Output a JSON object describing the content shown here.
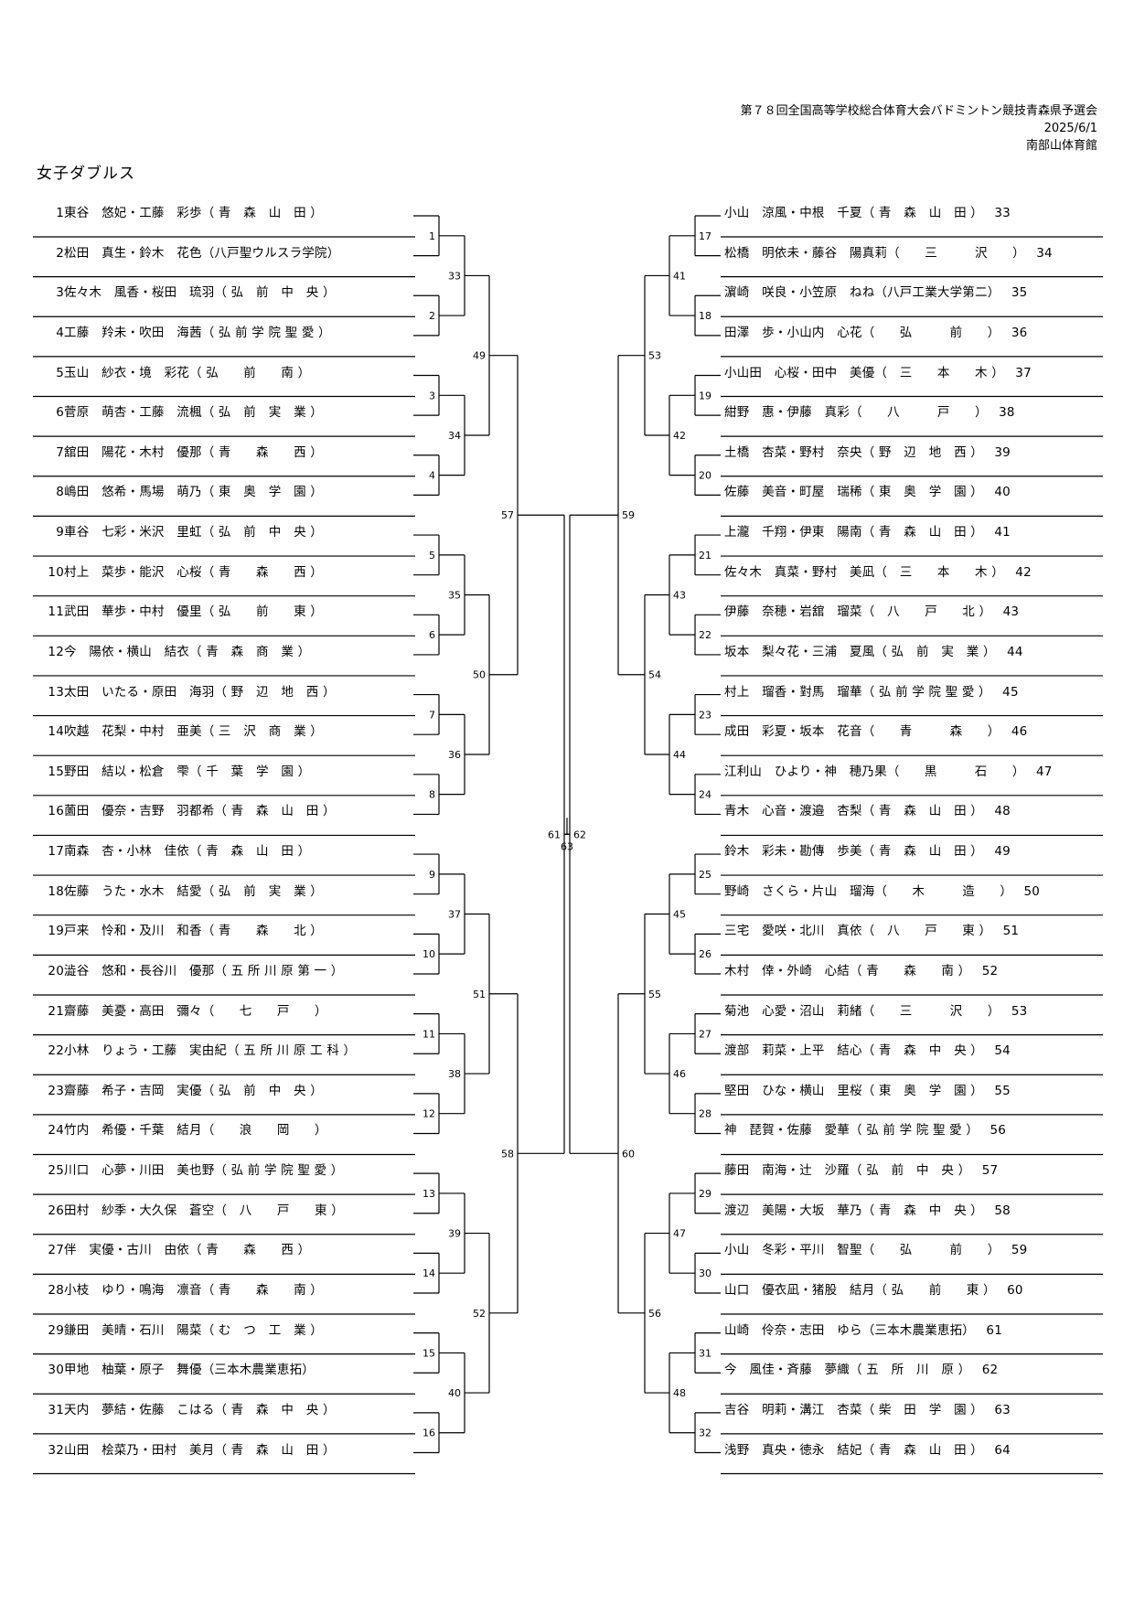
{
  "header": {
    "event": "第７８回全国高等学校総合体育大会バドミントン競技青森県予選会",
    "date": "2025/6/1",
    "venue": "南部山体育館"
  },
  "title": "女子ダブルス",
  "left_entries": [
    {
      "num": "1",
      "text": "東谷　悠妃・工藤　彩歩（ 青　森　山　田 ）"
    },
    {
      "num": "2",
      "text": "松田　真生・鈴木　花色（八戸聖ウルスラ学院）"
    },
    {
      "num": "3",
      "text": "佐々木　風香・桜田　琉羽（ 弘　前　中　央 ）"
    },
    {
      "num": "4",
      "text": "工藤　羚未・吹田　海茜（ 弘 前 学 院 聖 愛 ）"
    },
    {
      "num": "5",
      "text": "玉山　紗衣・境　彩花（ 弘　　前　　南 ）"
    },
    {
      "num": "6",
      "text": "菅原　萌杏・工藤　流楓（ 弘　前　実　業 ）"
    },
    {
      "num": "7",
      "text": "舘田　陽花・木村　優那（ 青　　森　　西 ）"
    },
    {
      "num": "8",
      "text": "嶋田　悠希・馬場　萌乃（ 東　奥　学　園 ）"
    },
    {
      "num": "9",
      "text": "車谷　七彩・米沢　里虹（ 弘　前　中　央 ）"
    },
    {
      "num": "10",
      "text": "村上　菜歩・能沢　心桜（ 青　　森　　西 ）"
    },
    {
      "num": "11",
      "text": "武田　華歩・中村　優里（ 弘　　前　　東 ）"
    },
    {
      "num": "12",
      "text": "今　陽依・横山　結衣（ 青　森　商　業 ）"
    },
    {
      "num": "13",
      "text": "太田　いたる・原田　海羽（ 野　辺　地　西 ）"
    },
    {
      "num": "14",
      "text": "吹越　花梨・中村　亜美（ 三　沢　商　業 ）"
    },
    {
      "num": "15",
      "text": "野田　結以・松倉　雫（ 千　葉　学　園 ）"
    },
    {
      "num": "16",
      "text": "薗田　優奈・吉野　羽都希（ 青　森　山　田 ）"
    },
    {
      "num": "17",
      "text": "南森　杏・小林　佳依（ 青　森　山　田 ）"
    },
    {
      "num": "18",
      "text": "佐藤　うた・水木　結愛（ 弘　前　実　業 ）"
    },
    {
      "num": "19",
      "text": "戸来　怜和・及川　和香（ 青　　森　　北 ）"
    },
    {
      "num": "20",
      "text": "澁谷　悠和・長谷川　優那（ 五 所 川 原 第 一 ）"
    },
    {
      "num": "21",
      "text": "齋藤　美憂・高田　彌々（　　七　　戸　　）"
    },
    {
      "num": "22",
      "text": "小林　りょう・工藤　実由紀（ 五 所 川 原 工 科 ）"
    },
    {
      "num": "23",
      "text": "齋藤　希子・吉岡　実優（ 弘　前　中　央 ）"
    },
    {
      "num": "24",
      "text": "竹内　希優・千葉　結月（　　浪　　岡　　）"
    },
    {
      "num": "25",
      "text": "川口　心夢・川田　美也野（ 弘 前 学 院 聖 愛 ）"
    },
    {
      "num": "26",
      "text": "田村　紗季・大久保　蒼空（　八　　戸　　東 ）"
    },
    {
      "num": "27",
      "text": "伴　実優・古川　由依（ 青　　森　　西 ）"
    },
    {
      "num": "28",
      "text": "小枝　ゆり・鳴海　凛音（ 青　　森　　南 ）"
    },
    {
      "num": "29",
      "text": "鎌田　美晴・石川　陽菜（ む　つ　工　業 ）"
    },
    {
      "num": "30",
      "text": "甲地　柚葉・原子　舞優（三本木農業恵拓）"
    },
    {
      "num": "31",
      "text": "天内　夢結・佐藤　こはる（ 青　森　中　央 ）"
    },
    {
      "num": "32",
      "text": "山田　桧菜乃・田村　美月（ 青　森　山　田 ）"
    }
  ],
  "right_entries": [
    {
      "num": "33",
      "text": "小山　涼風・中根　千夏（ 青　森　山　田 ）"
    },
    {
      "num": "34",
      "text": "松橋　明依未・藤谷　陽真莉（　　三　　　沢　　）"
    },
    {
      "num": "35",
      "text": "濵崎　咲良・小笠原　ねね（八戸工業大学第二）"
    },
    {
      "num": "36",
      "text": "田澤　歩・小山内　心花（　　弘　　　前　　）"
    },
    {
      "num": "37",
      "text": "小山田　心桜・田中　美優（　三　　本　　木 ）"
    },
    {
      "num": "38",
      "text": "紺野　惠・伊藤　真彩（　　八　　　戸　　）"
    },
    {
      "num": "39",
      "text": "土橋　杏菜・野村　奈央（ 野　辺　地　西 ）"
    },
    {
      "num": "40",
      "text": "佐藤　美音・町屋　瑞稀（ 東　奥　学　園 ）"
    },
    {
      "num": "41",
      "text": "上瀧　千翔・伊東　陽南（ 青　森　山　田 ）"
    },
    {
      "num": "42",
      "text": "佐々木　真菜・野村　美凪（　三　　本　　木 ）"
    },
    {
      "num": "43",
      "text": "伊藤　奈穂・岩舘　瑠菜（　八　　戸　　北 ）"
    },
    {
      "num": "44",
      "text": "坂本　梨々花・三浦　夏風（ 弘　前　実　業 ）"
    },
    {
      "num": "45",
      "text": "村上　瑠香・對馬　瑠華（ 弘 前 学 院 聖 愛 ）"
    },
    {
      "num": "46",
      "text": "成田　彩夏・坂本　花音（　　青　　　森　　）"
    },
    {
      "num": "47",
      "text": "江利山　ひより・神　穂乃果（　　黒　　　石　　）"
    },
    {
      "num": "48",
      "text": "青木　心音・渡邉　杏梨（ 青　森　山　田 ）"
    },
    {
      "num": "49",
      "text": "鈴木　彩未・勘傳　歩美（ 青　森　山　田 ）"
    },
    {
      "num": "50",
      "text": "野崎　さくら・片山　瑠海（　　木　　　造　　）"
    },
    {
      "num": "51",
      "text": "三宅　愛咲・北川　真依（　八　　戸　　東 ）"
    },
    {
      "num": "52",
      "text": "木村　倖・外崎　心結（ 青　　森　　南 ）"
    },
    {
      "num": "53",
      "text": "菊池　心愛・沼山　莉緒（　　三　　　沢　　）"
    },
    {
      "num": "54",
      "text": "渡部　莉菜・上平　結心（ 青　森　中　央 ）"
    },
    {
      "num": "55",
      "text": "堅田　ひな・横山　里桜（ 東　奥　学　園 ）"
    },
    {
      "num": "56",
      "text": "神　琵賀・佐藤　愛華（ 弘 前 学 院 聖 愛 ）"
    },
    {
      "num": "57",
      "text": "藤田　南海・辻　沙羅（ 弘　前　中　央 ）"
    },
    {
      "num": "58",
      "text": "渡辺　美陽・大坂　華乃（ 青　森　中　央 ）"
    },
    {
      "num": "59",
      "text": "小山　冬彩・平川　智聖（　　弘　　　前　　）"
    },
    {
      "num": "60",
      "text": "山口　優衣凪・猪股　結月（ 弘　　前　　東 ）"
    },
    {
      "num": "61",
      "text": "山崎　伶奈・志田　ゆら（三本木農業恵拓）"
    },
    {
      "num": "62",
      "text": "今　風佳・斉藤　夢織（ 五　所　川　原 ）"
    },
    {
      "num": "63",
      "text": "吉谷　明莉・溝江　杏菜（ 柴　田　学　園 ）"
    },
    {
      "num": "64",
      "text": "浅野　真央・徳永　結妃（ 青　森　山　田 ）"
    }
  ],
  "match_numbers": {
    "left_r1": [
      "1",
      "2",
      "3",
      "4",
      "5",
      "6",
      "7",
      "8",
      "9",
      "10",
      "11",
      "12",
      "13",
      "14",
      "15",
      "16"
    ],
    "left_r2": [
      "33",
      "34",
      "35",
      "36",
      "37",
      "38",
      "39",
      "40"
    ],
    "left_r3": [
      "49",
      "50",
      "51",
      "52"
    ],
    "left_r4": [
      "57",
      "58"
    ],
    "left_r5": "61",
    "right_r1": [
      "17",
      "18",
      "19",
      "20",
      "21",
      "22",
      "23",
      "24",
      "25",
      "26",
      "27",
      "28",
      "29",
      "30",
      "31",
      "32"
    ],
    "right_r2": [
      "41",
      "42",
      "43",
      "44",
      "45",
      "46",
      "47",
      "48"
    ],
    "right_r3": [
      "53",
      "54",
      "55",
      "56"
    ],
    "right_r4": [
      "59",
      "60"
    ],
    "right_r5": "62",
    "final": "63"
  },
  "colors": {
    "text": "#000000",
    "background": "#ffffff",
    "lines": "#000000"
  }
}
